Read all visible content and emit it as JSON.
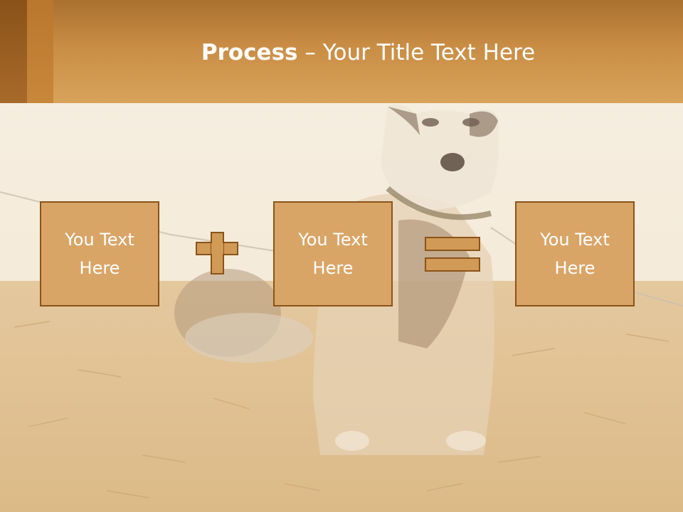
{
  "header": {
    "title_strong": "Process",
    "title_rest": " – Your Title Text Here"
  },
  "boxes": [
    {
      "text": "You Text Here"
    },
    {
      "text": "You Text Here"
    },
    {
      "text": "You Text Here"
    }
  ],
  "operators": [
    "plus-icon",
    "equals-icon"
  ],
  "colors": {
    "header": "#c98d45",
    "box_fill": "#d9a566",
    "box_border": "#8a5418",
    "text": "#ffffff"
  }
}
